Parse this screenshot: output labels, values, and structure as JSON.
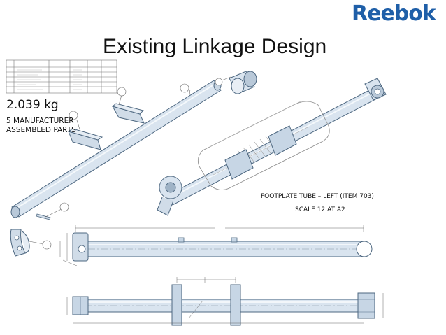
{
  "header": {
    "logo_text": "Reebok",
    "title": "Existing Linkage Design"
  },
  "drawing": {
    "weight": "2.039 kg",
    "parts_line1": "5 MANUFACTURER",
    "parts_line2": "ASSEMBLED PARTS",
    "caption_line1": "FOOTPLATE TUBE – LEFT (ITEM 703)",
    "caption_line2": "SCALE 12 AT A2"
  },
  "colors": {
    "brand": "#1f5fa8",
    "tube_fill": "#d9e4ef",
    "tube_stroke": "#4d6780",
    "line": "#555555"
  }
}
